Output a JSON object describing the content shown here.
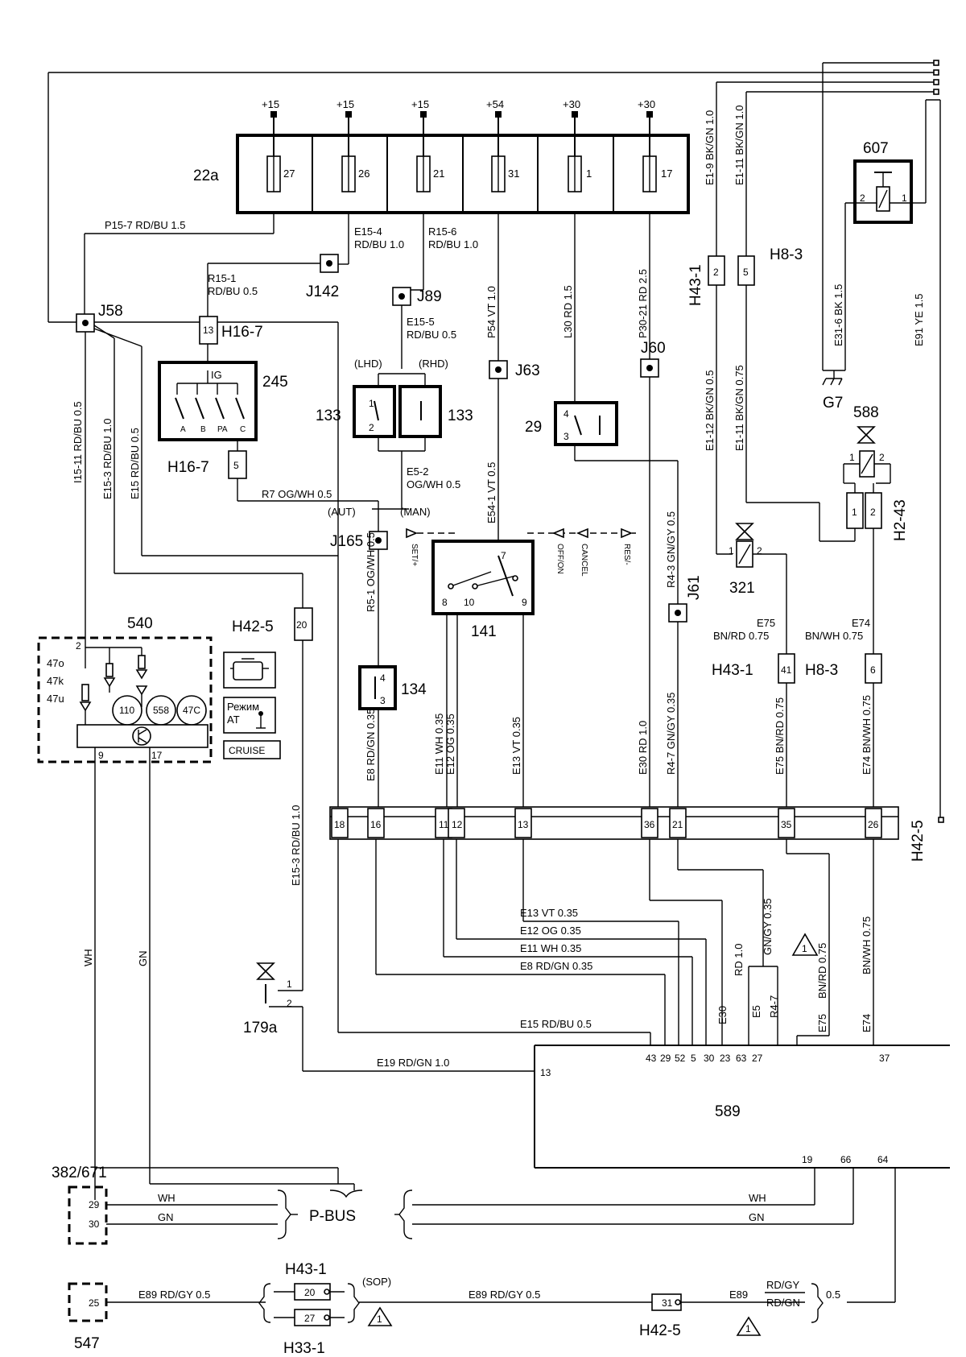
{
  "fusebox": {
    "id": "22a",
    "fuses": [
      {
        "supply": "+15",
        "num": "27"
      },
      {
        "supply": "+15",
        "num": "26"
      },
      {
        "supply": "+15",
        "num": "21"
      },
      {
        "supply": "+54",
        "num": "31"
      },
      {
        "supply": "+30",
        "num": "1"
      },
      {
        "supply": "+30",
        "num": "17"
      }
    ]
  },
  "wires": {
    "p15_7": "P15-7  RD/BU  1.5",
    "e15_4": [
      "E15-4",
      "RD/BU  1.0"
    ],
    "r15_6": [
      "R15-6",
      "RD/BU  1.0"
    ],
    "r15_1": [
      "R15-1",
      "RD/BU  0.5"
    ],
    "e15_5": [
      "E15-5",
      "RD/BU  0.5"
    ],
    "e5_2": [
      "E5-2",
      "OG/WH  0.5"
    ],
    "r7": "R7  OG/WH  0.5",
    "p54": "P54  VT  1.0",
    "l30": "L30  RD  1.5",
    "p30_21": "P30-21  RD  2.5",
    "e1_9": "E1-9  BK/GN  1.0",
    "e1_11": "E1-11  BK/GN  1.0",
    "e1_12": "E1-12  BK/GN  0.5",
    "e1_11b": "E1-11  BK/GN  0.75",
    "e31_6": "E31-6  BK  1.5",
    "e91": "E91  YE  1.5",
    "i15_11": "I15-11  RD/BU  0.5",
    "e15_3a": "E15-3  RD/BU  1.0",
    "e15a": "E15  RD/BU  0.5",
    "e54_1": "E54-1  VT  0.5",
    "r5_1": "R5-1  OG/WH  0.5",
    "r4_3": "R4-3  GN/GY  0.5",
    "e75_top": [
      "E75",
      "BN/RD  0.75"
    ],
    "e74_top": [
      "E74",
      "BN/WH  0.75"
    ],
    "e8": "E8  RD/GN  0.35",
    "e11": "E11  WH  0.35",
    "e12": "E12  OG  0.35",
    "e13": "E13  VT  0.35",
    "e30": "E30  RD  1.0",
    "r4_7": "R4-7  GN/GY  0.35",
    "e75": "E75  BN/RD  0.75",
    "e74": "E74  BN/WH  0.75",
    "e15_3b": "E15-3  RD/BU  1.0",
    "wh": "WH",
    "gn": "GN",
    "e13h": "E13  VT  0.35",
    "e12h": "E12  OG  0.35",
    "e11h": "E11  WH  0.35",
    "e8h": "E8  RD/GN  0.35",
    "e15h": "E15  RD/BU  0.5",
    "e19": "E19  RD/GN  1.0",
    "gngy": "GN/GY  0.35",
    "bnrd": "BN/RD  0.75",
    "bnwh": "BN/WH  0.75",
    "rd10": "RD  1.0",
    "e5": "E5",
    "r47": "R4-7",
    "e30b": "E30",
    "e75b": "E75",
    "e74b": "E74",
    "e89a": "E89  RD/GY  0.5",
    "e89b": "E89  RD/GY  0.5",
    "e89c": "E89",
    "rdgy": "RD/GY",
    "rdgn": "RD/GN",
    "w05": "0.5"
  },
  "labels": {
    "j142": "J142",
    "j89": "J89",
    "j58": "J58",
    "j63": "J63",
    "j60": "J60",
    "j165": "J165",
    "j61": "J61",
    "h16_7a": "H16-7",
    "h16_7b": "H16-7",
    "h43_1a": "H43-1",
    "h8_3a": "H8-3",
    "h43_1b": "H43-1",
    "h8_3b": "H8-3",
    "h42_5a": "H42-5",
    "h42_5b": "H42-5",
    "h42_5c": "H42-5",
    "h2_43": "H2-43",
    "g7": "G7",
    "c607": "607",
    "c588": "588",
    "c321": "321",
    "c245": "245",
    "c133a": "133",
    "c133b": "133",
    "c29": "29",
    "c141": "141",
    "c134": "134",
    "c540": "540",
    "c179a": "179a",
    "c589": "589",
    "c382": "382/671",
    "c547": "547",
    "lhd": "(LHD)",
    "rhd": "(RHD)",
    "aut": "(AUT)",
    "man": "(MAN)",
    "ig": "IG",
    "sw_a": "A",
    "sw_b": "B",
    "sw_pa": "PA",
    "sw_c": "C",
    "c110": "110",
    "c558": "558",
    "c47c": "47C",
    "l47o": "47o",
    "l47k": "47k",
    "l47u": "47u",
    "rezhim": "Режим",
    "at": "AT",
    "cruise": "CRUISE",
    "pbus": "P-BUS",
    "sop": "(SOP)",
    "h43_1c": "H43-1",
    "h33_1": "H33-1",
    "warn1": "1",
    "warn2": "1",
    "warn3": "1",
    "set": "SET/+",
    "offon": "OFF/ON",
    "cancel": "CANCEL",
    "res": "RES/-"
  },
  "pins": {
    "h16_7a": "13",
    "h16_7b": "5",
    "h43_1a": "2",
    "h8_3a": "5",
    "h42_5a": "20",
    "h43_1b": "41",
    "h8_3b": "6",
    "h2_43": [
      "1",
      "2"
    ],
    "c607": [
      "2",
      "1"
    ],
    "c588": [
      "1",
      "2"
    ],
    "c321": [
      "1",
      "2"
    ],
    "c133a": [
      "1",
      "2"
    ],
    "c29": [
      "4",
      "3"
    ],
    "c141": [
      "7",
      "8",
      "10",
      "9"
    ],
    "c134": [
      "4",
      "3"
    ],
    "c540": [
      "2",
      "9",
      "17"
    ],
    "c179a": [
      "1",
      "2"
    ],
    "strip": [
      "18",
      "16",
      "11",
      "12",
      "13",
      "36",
      "21",
      "35",
      "26"
    ],
    "ecu_top": [
      "43",
      "29",
      "52",
      "5",
      "30",
      "23",
      "63",
      "27",
      "37"
    ],
    "ecu_left": "13",
    "ecu_bottom": [
      "19",
      "66",
      "64"
    ],
    "c382": [
      "29",
      "30"
    ],
    "c547": "25",
    "sop": [
      "20",
      "27"
    ],
    "h42_5c": "31"
  }
}
